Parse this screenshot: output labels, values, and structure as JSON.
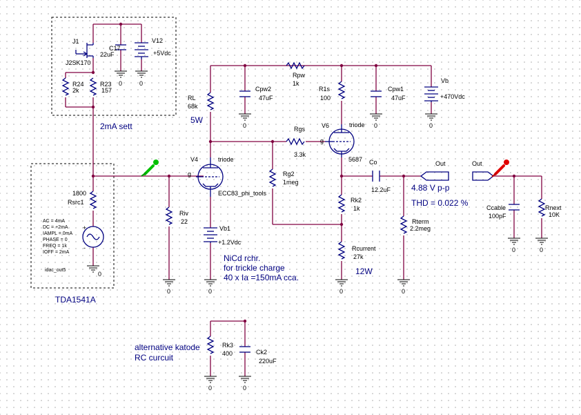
{
  "labels": {
    "j1": "J1",
    "j1_part": "J2SK170",
    "c17": "C17",
    "c17_val": "22uF",
    "v12": "V12",
    "v12_val": "+5Vdc",
    "r24": "R24",
    "r24_val": "2k",
    "r23": "R23",
    "r23_val": "157",
    "gnd0": "0",
    "rl": "RL",
    "rl_val": "68k",
    "cpw2": "Cpw2",
    "cpw2_val": "47uF",
    "rpw": "Rpw",
    "rpw_val": "1k",
    "r1s": "R1s",
    "r1s_val": "100",
    "cpw1": "Cpw1",
    "cpw1_val": "47uF",
    "vb": "Vb",
    "vb_val": "+470Vdc",
    "v6": "V6",
    "triode": "triode",
    "rgs": "Rgs",
    "rgs_val": "3.3k",
    "v6_part": "5687",
    "v4": "V4",
    "g": "g",
    "v4_part": "ECC83_phi_tools",
    "rg2": "Rg2",
    "rg2_val": "1meg",
    "co": "Co",
    "co_val": "12.2uF",
    "out": "Out",
    "rk2": "Rk2",
    "rk2_val": "1k",
    "rterm": "Rterm",
    "rterm_val": "2.2meg",
    "rcurrent": "Rcurrent",
    "rcurrent_val": "27k",
    "riv": "Riv",
    "riv_val": "22",
    "vb1": "Vb1",
    "vb1_val": "+1.2Vdc",
    "rsrc1_val": "1800",
    "rsrc1": "Rsrc1",
    "ac": "AC = 4mA",
    "dc": "DC = +2mA",
    "iampl": "IAMPL = 0mA",
    "phase": "PHASE = 0",
    "freq": "FREQ = 1k",
    "ioff": "IOFF = 2mA",
    "idac": "idac_out5",
    "plus": "+",
    "minus": "-",
    "ccable": "Ccable",
    "ccable_val": "100pF",
    "rnext": "Rnext",
    "rnext_val": "10K",
    "rk3": "Rk3",
    "rk3_val": "400",
    "ck2": "Ck2",
    "ck2_val": "220uF"
  },
  "notes": {
    "sett": "2mA sett",
    "w5": "5W",
    "vpp": "4.88 V p-p",
    "thd": "THD = 0.022 %",
    "w12": "12W",
    "nicd1": "NiCd rchr.",
    "nicd2": "for trickle charge",
    "nicd3": "40 x Ia =150mA cca.",
    "tda": "TDA1541A",
    "alt1": "alternative katode",
    "alt2": "RC curcuit"
  },
  "colors": {
    "wire": "#800040",
    "component": "#000080",
    "probe_green": "#00c000",
    "probe_red": "#e00000"
  }
}
